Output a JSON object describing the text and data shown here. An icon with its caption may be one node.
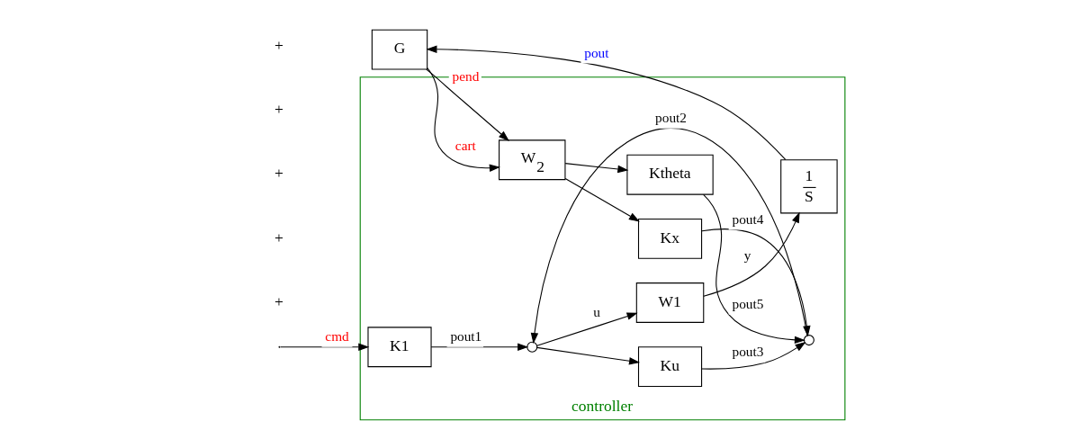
{
  "diagram": {
    "nodes": [
      {
        "text": [
          "controller"
        ]
      },
      {
        "text": [
          "K1"
        ],
        "in": 0
      },
      {
        "text": [],
        "shape": "circle",
        "in": 0
      },
      {
        "text": [
          "W1"
        ],
        "in": 0
      },
      {
        "text": [
          "1",
          "S"
        ],
        "in": 0
      },
      {
        "text": [
          "G"
        ]
      },
      {
        "text": [
          "Kx"
        ],
        "in": 0
      },
      {
        "text": [
          "W$_{2}$"
        ],
        "in": 0
      },
      {
        "text": [
          "Ku"
        ],
        "in": 0
      },
      {
        "text": [],
        "shape": "circle",
        "in": 0
      },
      {
        "text": [
          "Ktheta"
        ],
        "in": 0
      }
    ],
    "edges": [
      {
        "from": null,
        "to": 1,
        "arrow": "to",
        "label": "cmd"
      },
      {
        "from": 1,
        "to": 2,
        "arrow": "to",
        "label": "pout1"
      },
      {
        "from": 2,
        "to": 3,
        "arrow": "to",
        "label": "u"
      },
      {
        "from": 3,
        "to": 4,
        "arrow": "to",
        "label": "y"
      },
      {
        "from": 4,
        "to": 5,
        "arrow": "to",
        "label": "pout"
      },
      {
        "from": 5,
        "to": 7,
        "arrow": "to",
        "label": "cart"
      },
      {
        "from": 5,
        "to": 7,
        "arrow": "to",
        "label": "pend"
      },
      {
        "from": 7,
        "to": 6,
        "arrow": "to"
      },
      {
        "from": 7,
        "to": 10,
        "arrow": "to"
      },
      {
        "from": 6,
        "to": 9,
        "arrow": "to",
        "label": "pout4"
      },
      {
        "from": 10,
        "to": 9,
        "arrow": "to",
        "label": "pout5"
      },
      {
        "from": 2,
        "to": 8,
        "arrow": "to"
      },
      {
        "from": 8,
        "to": 9,
        "arrow": "to",
        "label": "pout3"
      },
      {
        "from": 9,
        "to": 2,
        "arrow": "to",
        "label": "pout2"
      }
    ],
    "labels": [
      "+",
      "+",
      "+",
      "+",
      "+"
    ]
  }
}
